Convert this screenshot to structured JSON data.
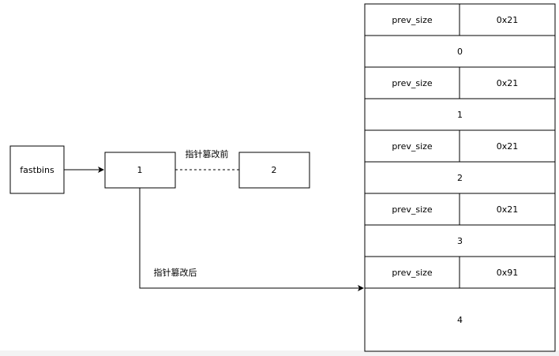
{
  "fastbins_label": "fastbins",
  "chain_nodes": [
    {
      "id": "node-1",
      "label": "1"
    },
    {
      "id": "node-2",
      "label": "2"
    }
  ],
  "before_label": "指针篡改前",
  "after_label": "指针篡改后",
  "memory_rows": [
    {
      "type": "header",
      "prev_size": "prev_size",
      "size": "0x21"
    },
    {
      "type": "data",
      "label": "0"
    },
    {
      "type": "header",
      "prev_size": "prev_size",
      "size": "0x21"
    },
    {
      "type": "data",
      "label": "1"
    },
    {
      "type": "header",
      "prev_size": "prev_size",
      "size": "0x21"
    },
    {
      "type": "data",
      "label": "2"
    },
    {
      "type": "header",
      "prev_size": "prev_size",
      "size": "0x21"
    },
    {
      "type": "data",
      "label": "3"
    },
    {
      "type": "header",
      "prev_size": "prev_size",
      "size": "0x91"
    },
    {
      "type": "data",
      "label": "4",
      "tall": true
    }
  ]
}
